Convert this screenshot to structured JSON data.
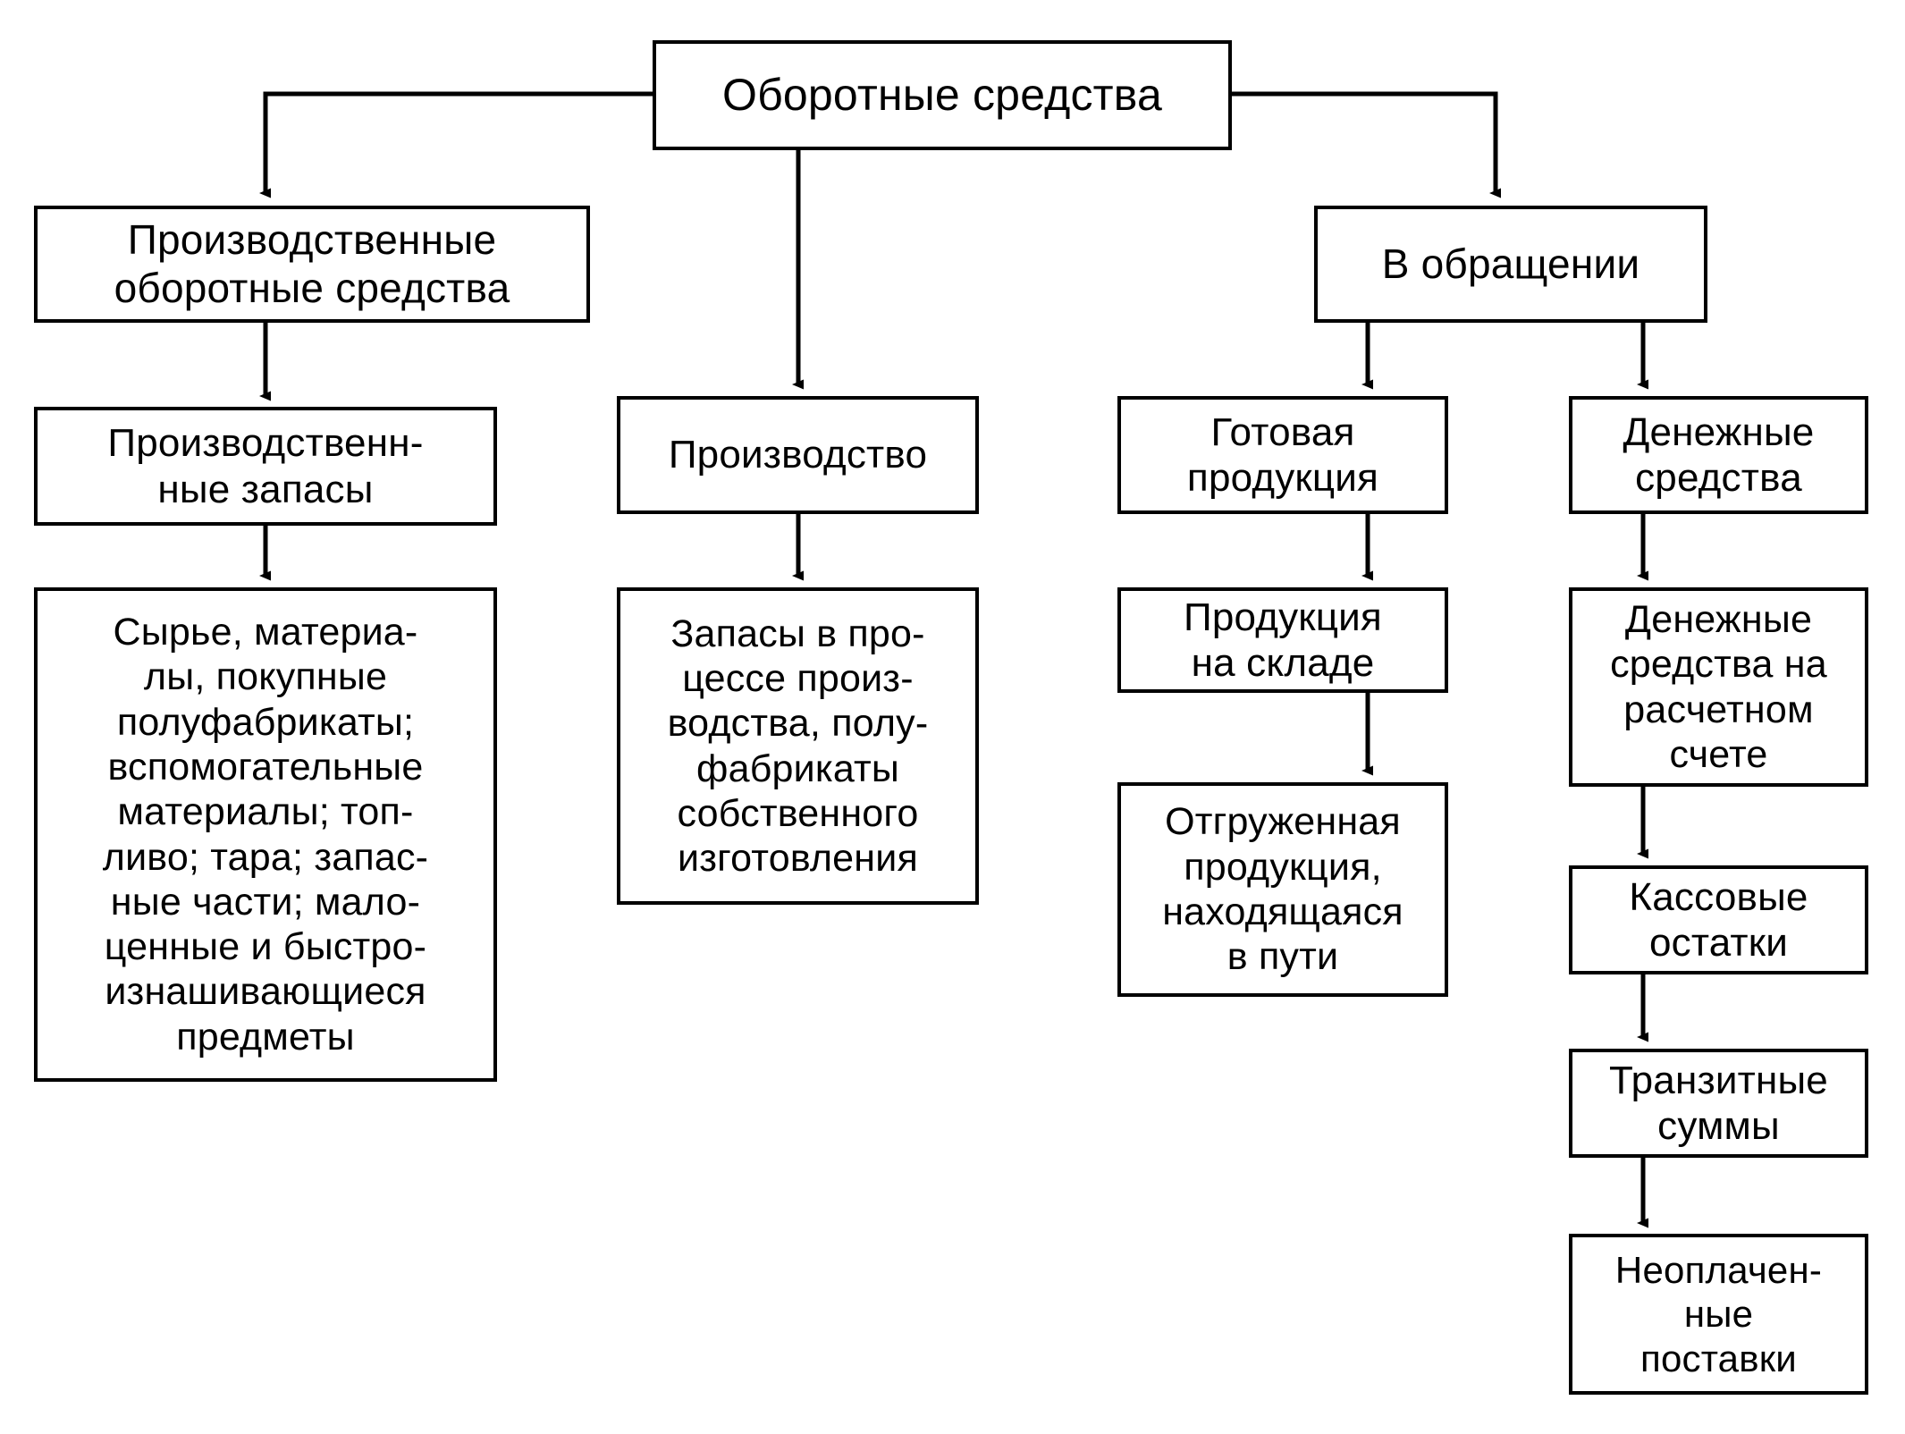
{
  "diagram": {
    "title": "Оборотные средства",
    "type": "hierarchy-flowchart",
    "language": "ru",
    "colors": {
      "stroke": "#000000",
      "fill": "#ffffff",
      "text": "#000000"
    }
  },
  "nodes": {
    "root": {
      "label": "Оборотные средства"
    },
    "production_working_capital": {
      "label": "Производственные\nоборотные средства"
    },
    "production_stocks": {
      "label": "Производственн-\nные запасы"
    },
    "raw_materials": {
      "label": "Сырье, материа-\nлы, покупные\nполуфабрикаты;\nвспомогательные\nматериалы; топ-\nливо; тара; запас-\nные части; мало-\nценные и  быстро-\nизнашивающиеся\nпредметы"
    },
    "production": {
      "label": "Производство"
    },
    "work_in_progress": {
      "label": "Запасы в про-\nцессе произ-\nводства, полу-\nфабрикаты\nсобственного\nизготовления"
    },
    "in_circulation": {
      "label": "В обращении"
    },
    "finished_goods": {
      "label": "Готовая\nпродукция"
    },
    "goods_in_warehouse": {
      "label": "Продукция\nна складе"
    },
    "shipped_goods": {
      "label": "Отгруженная\nпродукция,\nнаходящаяся\nв пути"
    },
    "cash_funds": {
      "label": "Денежные\nсредства"
    },
    "cash_on_account": {
      "label": "Денежные\nсредства на\nрасчетном\nсчете"
    },
    "cash_balances": {
      "label": "Кассовые\nостатки"
    },
    "transit_sums": {
      "label": "Транзитные\nсуммы"
    },
    "unpaid_deliveries": {
      "label": "Неоплачен-\nные\nпоставки"
    }
  },
  "edges": [
    {
      "from": "root",
      "to": "production_working_capital",
      "style": "elbow-left"
    },
    {
      "from": "root",
      "to": "production",
      "style": "straight-down"
    },
    {
      "from": "root",
      "to": "in_circulation",
      "style": "elbow-right"
    },
    {
      "from": "production_working_capital",
      "to": "production_stocks",
      "style": "straight-down"
    },
    {
      "from": "production_stocks",
      "to": "raw_materials",
      "style": "straight-down"
    },
    {
      "from": "production",
      "to": "work_in_progress",
      "style": "straight-down"
    },
    {
      "from": "in_circulation",
      "to": "finished_goods",
      "style": "elbow-left"
    },
    {
      "from": "in_circulation",
      "to": "cash_funds",
      "style": "elbow-right"
    },
    {
      "from": "finished_goods",
      "to": "goods_in_warehouse",
      "style": "straight-down"
    },
    {
      "from": "goods_in_warehouse",
      "to": "shipped_goods",
      "style": "straight-down"
    },
    {
      "from": "cash_funds",
      "to": "cash_on_account",
      "style": "straight-down"
    },
    {
      "from": "cash_on_account",
      "to": "cash_balances",
      "style": "straight-down"
    },
    {
      "from": "cash_balances",
      "to": "transit_sums",
      "style": "straight-down"
    },
    {
      "from": "transit_sums",
      "to": "unpaid_deliveries",
      "style": "straight-down"
    }
  ]
}
